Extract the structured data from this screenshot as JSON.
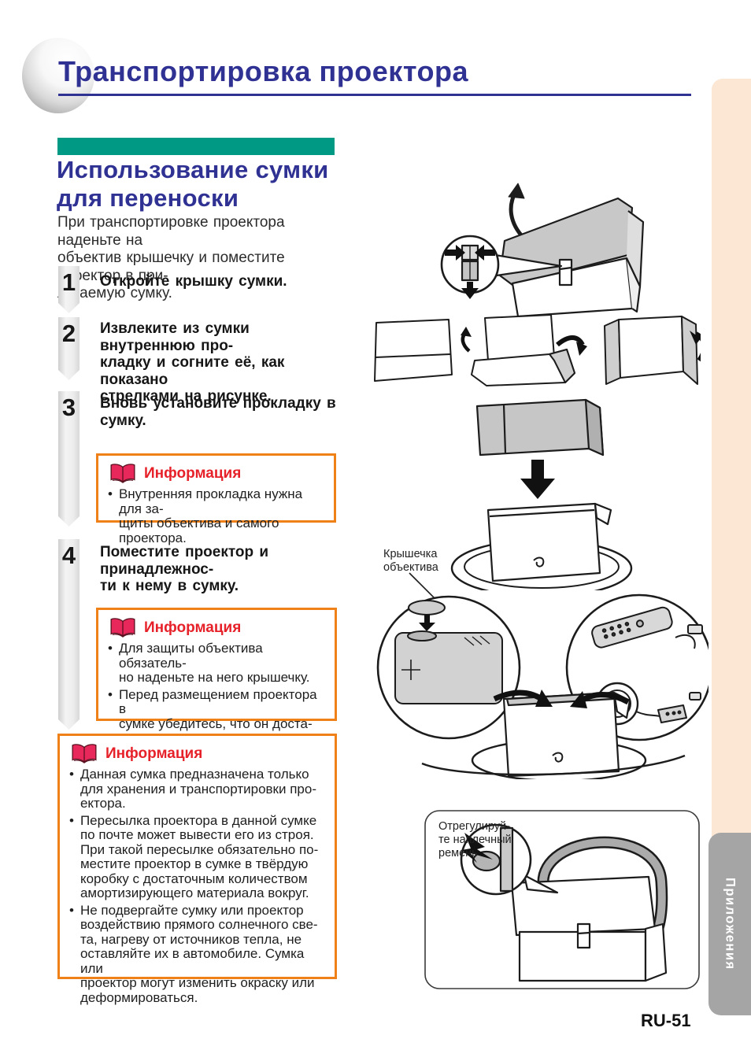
{
  "page": {
    "title": "Транспортировка  проектора",
    "page_number": "RU-51",
    "side_tab": "Приложения"
  },
  "section": {
    "heading": "Использование  сумки\nдля переноски",
    "intro": "При транспортировке проектора наденьте на\nобъектив крышечку и поместите проектор в при-\nлагаемую сумку."
  },
  "steps": [
    {
      "number": "1",
      "text": "Откройте крышку сумки."
    },
    {
      "number": "2",
      "text": "Извлеките из сумки внутреннюю про-\nкладку и согните её, как показано\nстрелками на рисунке."
    },
    {
      "number": "3",
      "text": "Вновь установите прокладку в сумку."
    },
    {
      "number": "4",
      "text": "Поместите проектор и принадлежнос-\nти к нему в сумку."
    }
  ],
  "info_boxes": [
    {
      "title": "Информация",
      "bullets": [
        "Внутренняя прокладка нужна для за-\nщиты объектива и самого проектора."
      ]
    },
    {
      "title": "Информация",
      "bullets": [
        "Для защиты объектива обязатель-\nно наденьте на него крышечку.",
        "Перед размещением проектора в\nсумке убедитесь, что он доста-\nточно остыл."
      ]
    },
    {
      "title": "Информация",
      "bullets": [
        "Данная сумка предназначена только\nдля хранения и транспортировки про-\nектора.",
        "Пересылка проектора в данной сумке\nпо почте может вывести его из строя.\nПри такой пересылке обязательно по-\nместите проектор в сумке в твёрдую\nкоробку с достаточным количеством\nамортизирующего материала вокруг.",
        "Не подвергайте сумку или проектор\nвоздействию прямого солнечного све-\nта, нагреву от источников тепла, не\nоставляйте их в автомобиле. Сумка или\nпроектор могут изменить окраску или\nдеформироваться."
      ]
    }
  ],
  "labels": {
    "lens_cap": "Крышечка\nобъектива",
    "strap": "Отрегулируй-\nте наплечный\nремень",
    "bullet_char": "•"
  },
  "icons": {
    "info_book": "open-book-icon"
  },
  "colors": {
    "heading_blue": "#2f3193",
    "accent_teal": "#009a84",
    "info_border_orange": "#f08018",
    "info_title_red": "#e62129",
    "book_icon_pink": "#e8285a",
    "tab_gray": "#a5a5a5",
    "sidebar_peach": "#fbe7d3"
  }
}
